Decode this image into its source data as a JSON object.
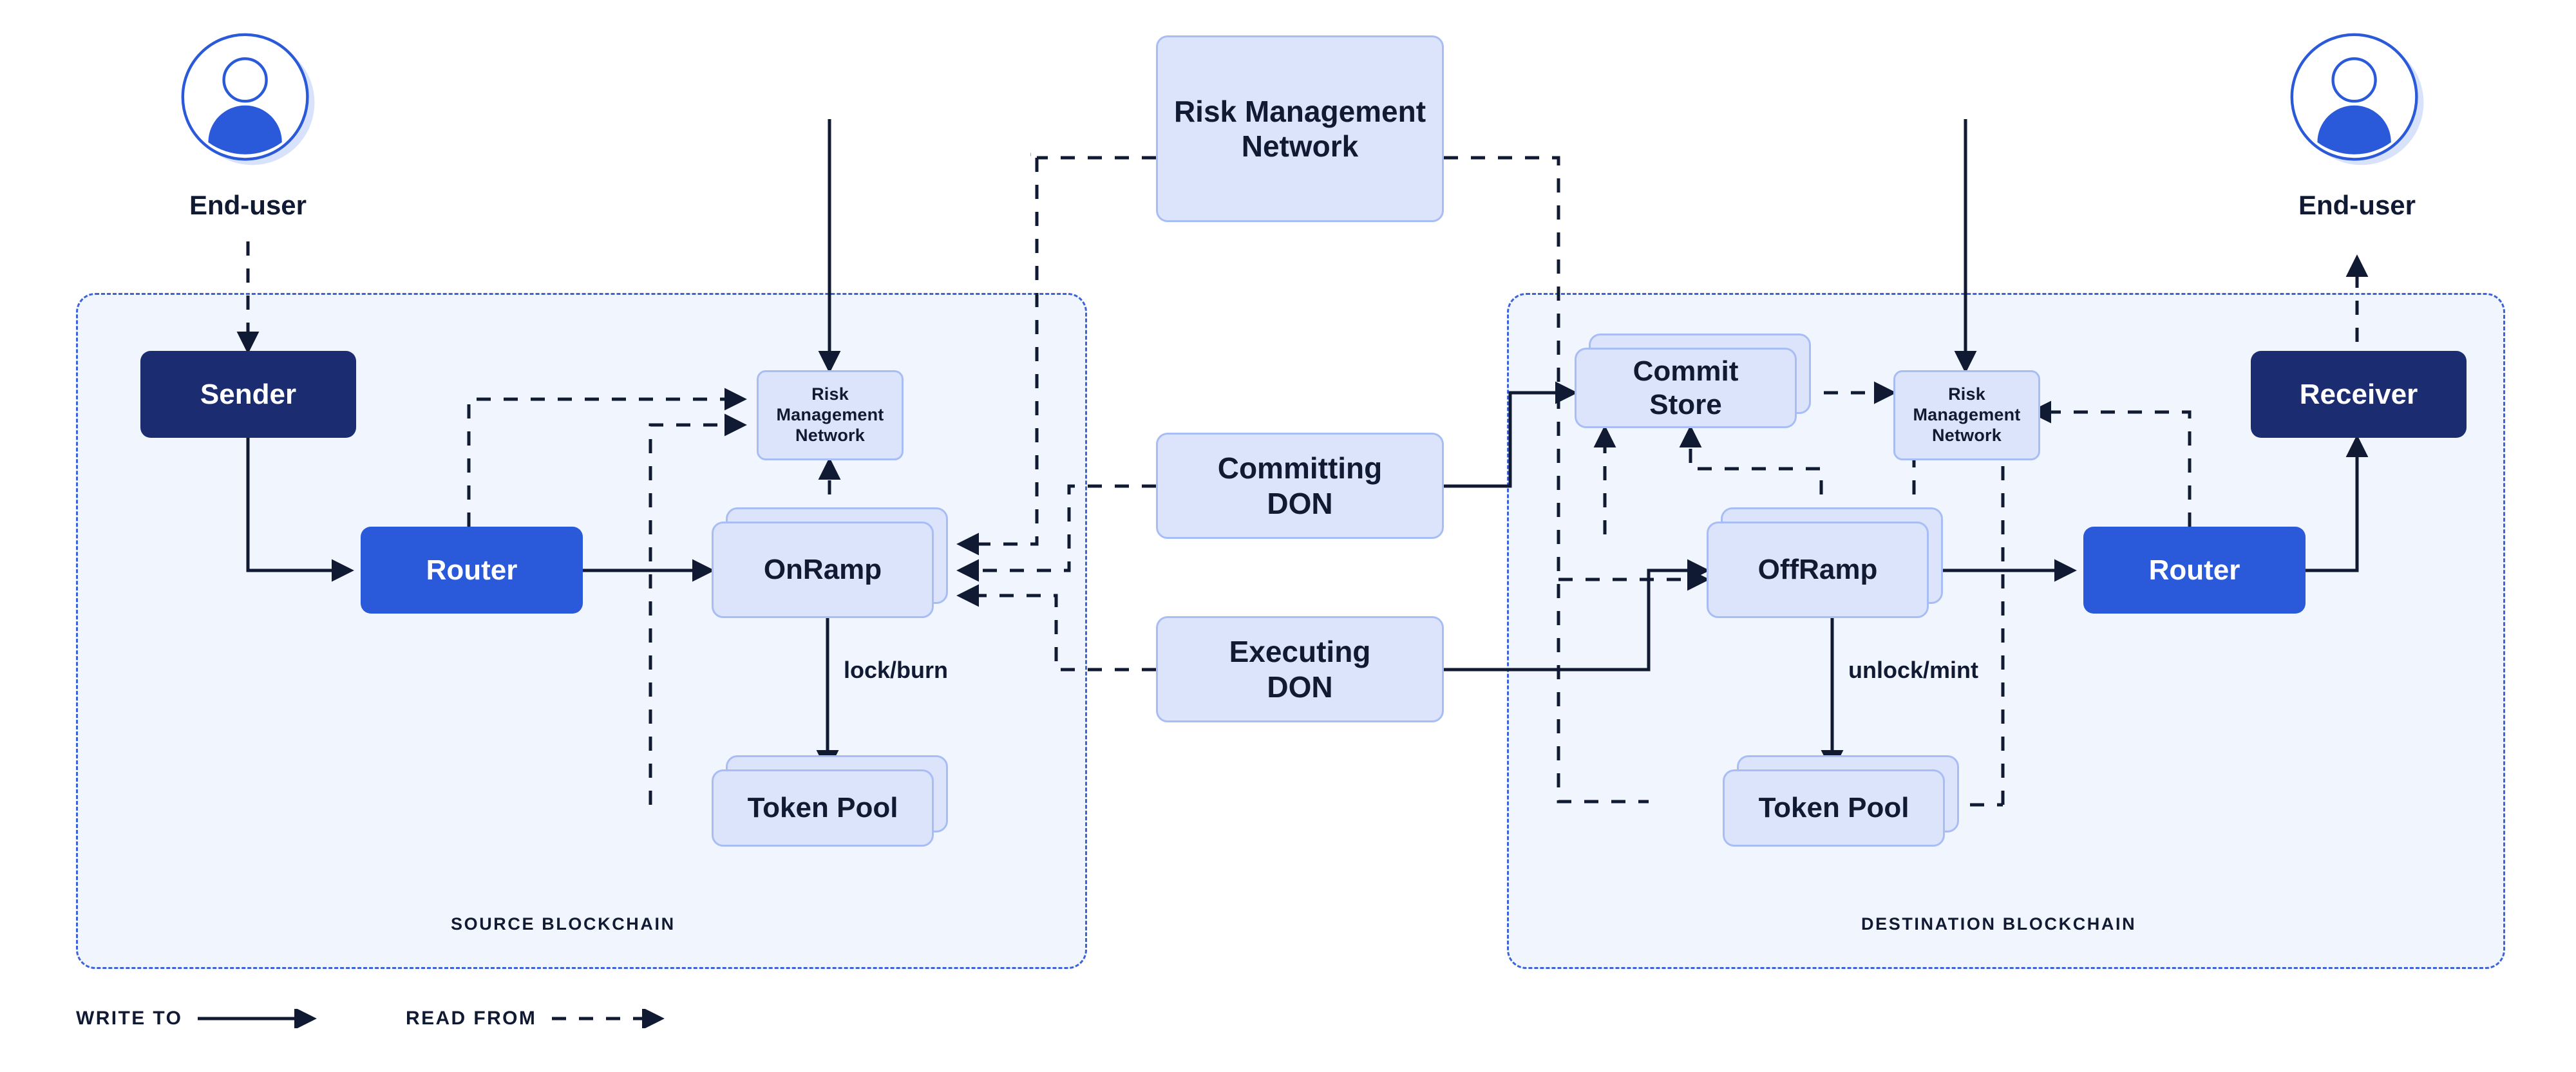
{
  "diagram": {
    "title": "Chainlink CCIP cross-chain architecture",
    "colors": {
      "dark_navy": "#1C2C70",
      "brand_blue": "#2A5ADA",
      "light_blue_fill": "#DCE4FB",
      "light_blue_border": "#A9BDF5",
      "chain_fill": "#F1F5FE",
      "chain_border": "#3C63D8",
      "ink": "#111A33"
    }
  },
  "actors": {
    "left": {
      "label": "End-user",
      "icon": "user-avatar-icon"
    },
    "right": {
      "label": "End-user",
      "icon": "user-avatar-icon"
    }
  },
  "center": {
    "risk_management_network": "Risk  Management\nNetwork",
    "risk_management_network_line1": "Risk  Management",
    "risk_management_network_line2": "Network",
    "committing_don_line1": "Committing",
    "committing_don_line2": "DON",
    "executing_don_line1": "Executing",
    "executing_don_line2": "DON"
  },
  "source_chain": {
    "label": "SOURCE BLOCKCHAIN",
    "nodes": {
      "sender": "Sender",
      "router": "Router",
      "risk_management_network_line1": "Risk  Management",
      "risk_management_network_line2": "Network",
      "onramp": "OnRamp",
      "token_pool": "Token Pool"
    },
    "edge_labels": {
      "lock_burn": "lock/burn"
    }
  },
  "destination_chain": {
    "label": "DESTINATION BLOCKCHAIN",
    "nodes": {
      "commit_store_line1": "Commit",
      "commit_store_line2": "Store",
      "risk_management_network_line1": "Risk  Management",
      "risk_management_network_line2": "Network",
      "offramp": "OffRamp",
      "token_pool": "Token Pool",
      "router": "Router",
      "receiver": "Receiver"
    },
    "edge_labels": {
      "unlock_mint": "unlock/mint"
    }
  },
  "legend": {
    "write_to": "WRITE TO",
    "read_from": "READ FROM"
  }
}
